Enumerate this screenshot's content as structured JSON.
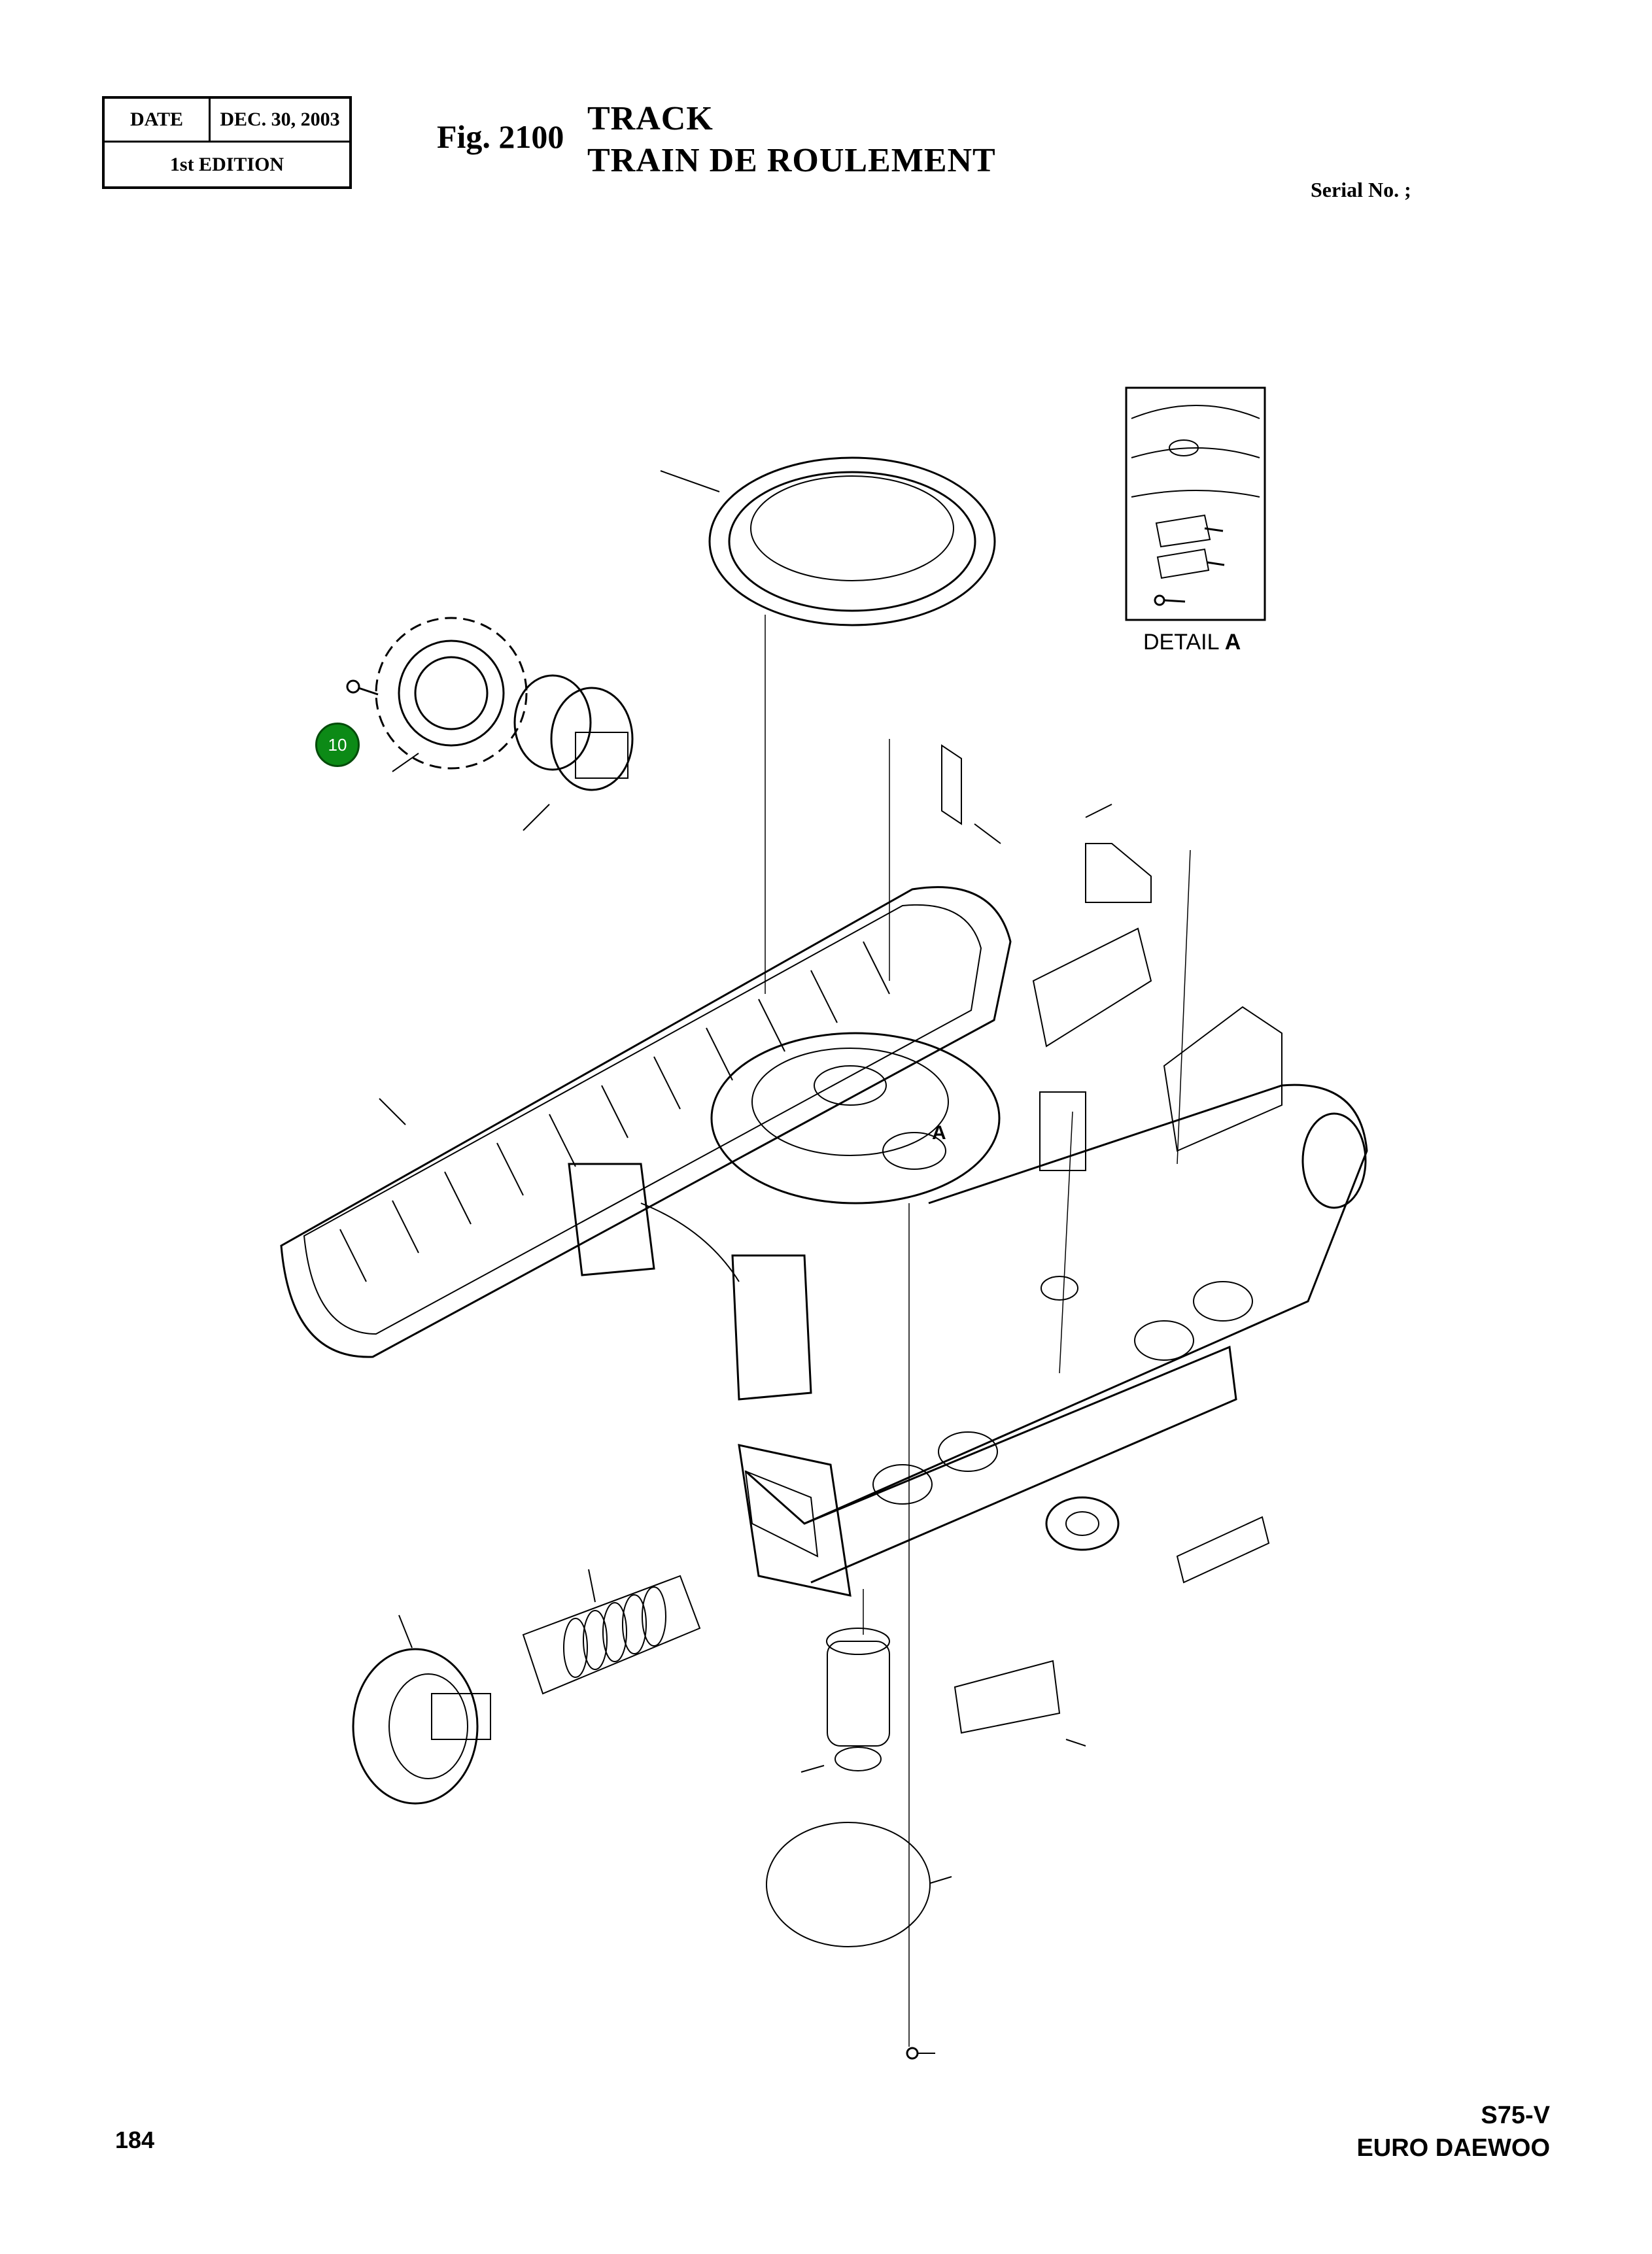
{
  "header": {
    "date_label": "DATE",
    "date_value": "DEC. 30, 2003",
    "edition": "1st EDITION",
    "fig_number": "Fig. 2100",
    "title_en": "TRACK",
    "title_fr": "TRAIN DE ROULEMENT",
    "serial": "Serial No. ;"
  },
  "drawing": {
    "detail_word": "DETAIL",
    "detail_letter": "A",
    "view_marker": "A",
    "callout_number": "10"
  },
  "footer": {
    "page_number": "184",
    "model": "S75-V",
    "brand": "EURO DAEWOO"
  },
  "colors": {
    "callout_fill": "#0c8a16",
    "callout_text": "#ffffff",
    "line": "#000000"
  }
}
